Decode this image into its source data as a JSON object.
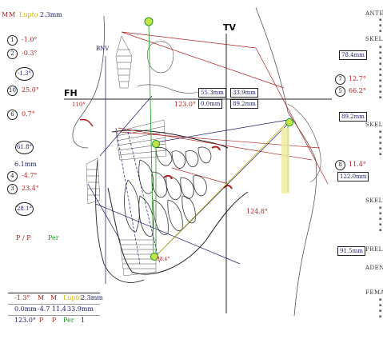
{
  "header": {
    "m1": "M",
    "m2": "M",
    "lupto": "Lupto",
    "value": "2.3mm"
  },
  "reference_labels": {
    "fh": "FH",
    "tv": "TV",
    "bnv": "BNV"
  },
  "left_panel": {
    "items": [
      {
        "num": "1",
        "value": "-1.0°"
      },
      {
        "num": "2",
        "value": "-0.3°"
      },
      {
        "oval": "-1.3°"
      },
      {
        "num": "10",
        "value": "25.0°"
      },
      {
        "num": "6",
        "value": "0.7°"
      },
      {
        "oval": "61.8°"
      },
      {
        "plain": "6.1mm"
      },
      {
        "num": "4",
        "value": "-4.7°"
      },
      {
        "num": "3",
        "value": "23.4°"
      },
      {
        "oval": "28.1°"
      }
    ],
    "pp": "P / P",
    "per": "Per"
  },
  "angles": {
    "fh_angle": "110°",
    "center_angle": "123.0°",
    "gonial": "124.8°",
    "lower": "58.4°"
  },
  "measure_boxes": {
    "b1": "55.3mm",
    "b2": "33.9mm",
    "b3": "0.0mm",
    "b4": "89.2mm"
  },
  "right_panel": {
    "b1": "78.4mm",
    "c7": "7",
    "c7v": "12.7°",
    "c5": "5",
    "c5v": "66.2°",
    "b2": "89.2mm",
    "c8": "8",
    "c8v": "11.4°",
    "b3": "122.0mm",
    "b4": "91.5mm",
    "labels": [
      "ANTE",
      "SKEL",
      "SKEL",
      "SKEL",
      "PREL",
      "ADEN",
      "FEMA"
    ]
  },
  "bottom_table": {
    "rows": [
      [
        "-1.3°",
        "M",
        "M",
        "Lupto",
        "2.3mm"
      ],
      [
        "0.0mm",
        "-4.7",
        "11.4",
        "33.9mm"
      ],
      [
        "123.0°",
        "P",
        "P",
        "Per",
        "1"
      ]
    ]
  },
  "colors": {
    "navy": "#1b1b6b",
    "red": "#b22020",
    "green": "#1a9a1a",
    "yellow": "#c9b800"
  }
}
